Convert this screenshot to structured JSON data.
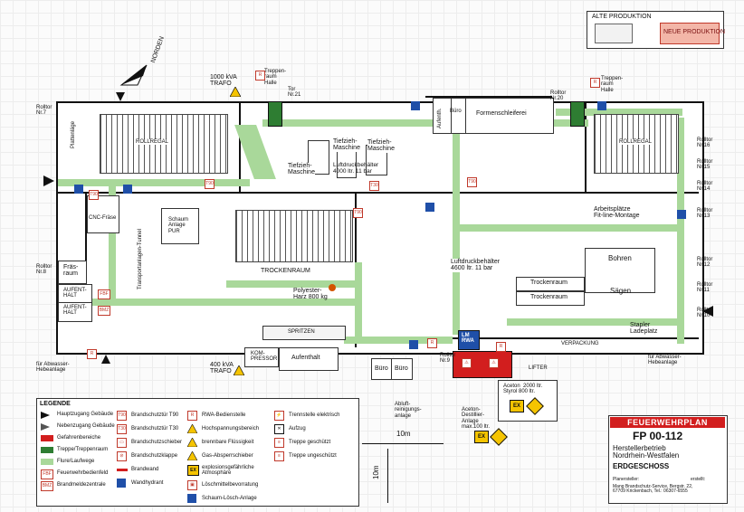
{
  "header": {
    "alte_produktion": "ALTE PRODUKTION",
    "neue_produktion": "NEUE PRODUKTION",
    "norden": "NORDEN"
  },
  "labels": {
    "trafo_top": "1000 kVA\nTRAFO",
    "treppenraum_halle_left": "Treppen-\nraum\nHalle",
    "tor21": "Tor\nNr.21",
    "aufenthalt_top": "Aufenth.",
    "buero_top": "Büro",
    "formenschleiferei": "Formenschleiferei",
    "rolltor20": "Rolltor\nNr.20",
    "treppenraum_halle_right": "Treppen-\nraum\nHalle",
    "rolltor7": "Rolltor\nNr.7",
    "plattenlaege": "Plattenläge",
    "rollregal_left": "ROLLREGAL",
    "rollregal_right": "ROLLREGAL",
    "tiefzieh1": "Tiefzieh-\nMaschine",
    "tiefzieh2": "Tiefzieh-\nMaschine",
    "tiefzieh3": "Tiefzieh-\nMaschine",
    "luftdruck_top": "Luftdruckbehälter\n4000 ltr. 11 bar",
    "rolltor16": "Rolltor\nNr.16",
    "rolltor15": "Rolltor\nNr.15",
    "rolltor14": "Rolltor\nNr.14",
    "rolltor13": "Rolltor\nNr.13",
    "rolltor12": "Rolltor\nNr.12",
    "rolltor11": "Rolltor\nNr.11",
    "rolltor10": "Rolltor\nNr.10",
    "rolltor9": "Rolltor\nNr.9",
    "rolltor8": "Rolltor\nNr.8",
    "arbeitsplaetze": "Arbeitsplätze\nFit-line-Montage",
    "cnc": "CNC-Fräse",
    "schaumanlage": "Schaum\nAnlage\nPUR",
    "trockenraum_main": "TROCKENRAUM",
    "transportanlagen": "Transportanlagen-Tunnel",
    "fraesraum": "Fräs-\nraum",
    "aufenthalt_left1": "AUFENT-\nHALT",
    "aufenthalt_left2": "AUFENT-\nHALT",
    "polyester": "Polyester-\nHarz 800 kg",
    "luftdruck_mid": "Luftdruckbehälter\n4600 ltr. 11 bar",
    "bohren": "Bohren",
    "saegen": "Sägen",
    "trockenraum_r1": "Trockenraum",
    "trockenraum_r2": "Trockenraum",
    "stapler": "Stapler\nLadeplatz",
    "verpackung": "VERPACKUNG",
    "kompressor": "KOM-\nPRESSOR",
    "aufenthalt_bottom": "Aufenthalt",
    "buero_bottom1": "Büro",
    "buero_bottom2": "Büro",
    "lm_rwa": "LM\nRWA",
    "trafo_bottom": "400 kVA\nTRAFO",
    "abwasser_left": "für Abwasser-\nHebeanlage",
    "abwasser_right": "für Abwasser-\nHebeanlage",
    "abluft": "Abluft-\nreinigungs-\nanlage",
    "aceton_dest": "Aceton-\nDestillier-\nAnlage\nmax.100 ltr.",
    "aceton_styrol": "Aceton  2000 ltr.\nStyrol 800 ltr.",
    "scale": "10m",
    "scale_vertical": "10m",
    "fbf": "FBF",
    "bmz": "BMZ",
    "spritzen": "SPRITZEN",
    "lifter": "LIFTER",
    "ex": "EX"
  },
  "legend": {
    "title": "LEGENDE",
    "items": [
      "Hauptzugang Gebäude",
      "Nebenzugang Gebäude",
      "Gefahrenbereiche",
      "Treppe/Treppenraum",
      "Flure/Laufwege",
      "Feuerwehrbedienfeld",
      "Brandmeldezentrale",
      "Brandschutztür T90",
      "Brandschutztür T30",
      "Brandschutzschieber",
      "Brandschutzklappe",
      "Brandwand",
      "Wandhydrant",
      "RWA-Bedienstelle",
      "Hochspannungsbereich",
      "brennbare Flüssigkeit",
      "Gas-Absperrschieber",
      "explosionsgefährliche Atmosphäre",
      "Löschmittelbevorratung",
      "Schaum-Lösch-Anlage",
      "Trennstelle elektrisch",
      "Aufzug",
      "Treppe geschützt",
      "Treppe ungeschützt"
    ]
  },
  "titleblock": {
    "banner": "FEUERWEHRPLAN",
    "plan_no": "FP 00-112",
    "company": "Herstellerbetrieb\nNordrhein-Westfalen",
    "floor": "ERDGESCHOSS",
    "planersteller": "Planersteller:",
    "address": "Mang Brandschutz-Service, Bergstr. 22,\n67709 Krickenbach, Tel.: 06307-6555",
    "erstellt": "erstellt:"
  },
  "colors": {
    "flur": "#a9d89a",
    "danger": "#d21e1e",
    "stair": "#2e7d32",
    "hydrant": "#1f4fa8"
  }
}
